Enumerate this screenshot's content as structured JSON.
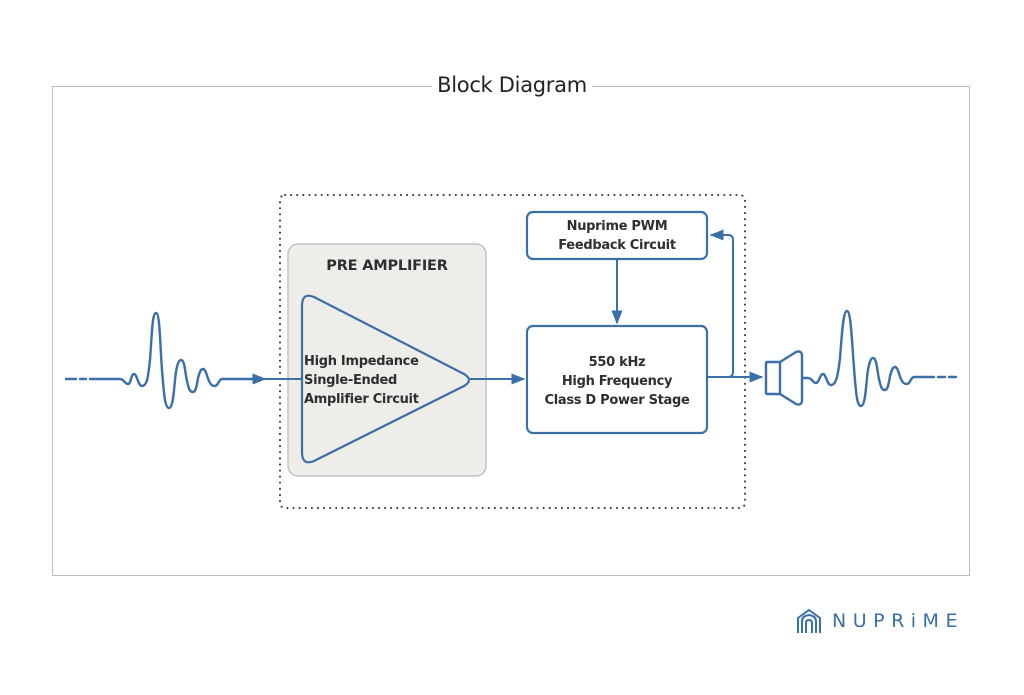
{
  "diagram": {
    "title": "Block Diagram",
    "colors": {
      "line": "#3b6fa8",
      "frame": "#bdbdbd",
      "preamp_fill": "#eeedea",
      "preamp_border": "#b8b8b8",
      "text": "#2f2f2f",
      "dotted": "#333333"
    },
    "blocks": {
      "preamp": {
        "title": "PRE AMPLIFIER",
        "amplifier_lines": [
          "High Impedance",
          "Single-Ended",
          "Amplifier Circuit"
        ]
      },
      "feedback": {
        "lines": [
          "Nuprime PWM",
          "Feedback Circuit"
        ]
      },
      "power_stage": {
        "lines": [
          "550 kHz",
          "High Frequency",
          "Class D Power Stage"
        ]
      }
    },
    "icons": {
      "input_signal": "waveform-icon",
      "output_signal": "waveform-icon",
      "speaker": "speaker-icon",
      "amplifier": "triangle-amplifier-icon"
    }
  },
  "brand": {
    "name": "NUPRiME",
    "logo_icon": "house-arch-logo-icon"
  }
}
